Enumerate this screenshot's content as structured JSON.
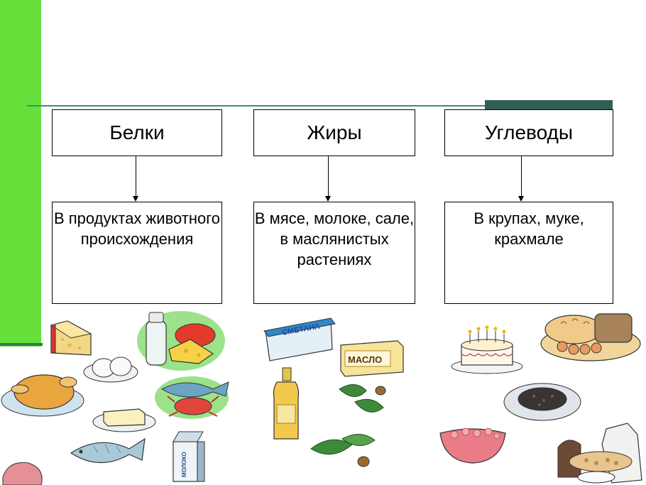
{
  "columns": [
    {
      "title": "Белки",
      "description": "В продуктах животного происхождения"
    },
    {
      "title": "Жиры",
      "description": "В мясе, молоке, сале, в маслянистых растениях"
    },
    {
      "title": "Углеводы",
      "description": "В крупах, муке, крахмале"
    }
  ],
  "labels": {
    "smetana": "СМЕТАНА",
    "maslo": "МАСЛО",
    "moloko": "МОЛОКО"
  },
  "colors": {
    "green_bar": "#66e03a",
    "rule_line": "#3b8d7a",
    "accent_block": "#2f5f56"
  }
}
